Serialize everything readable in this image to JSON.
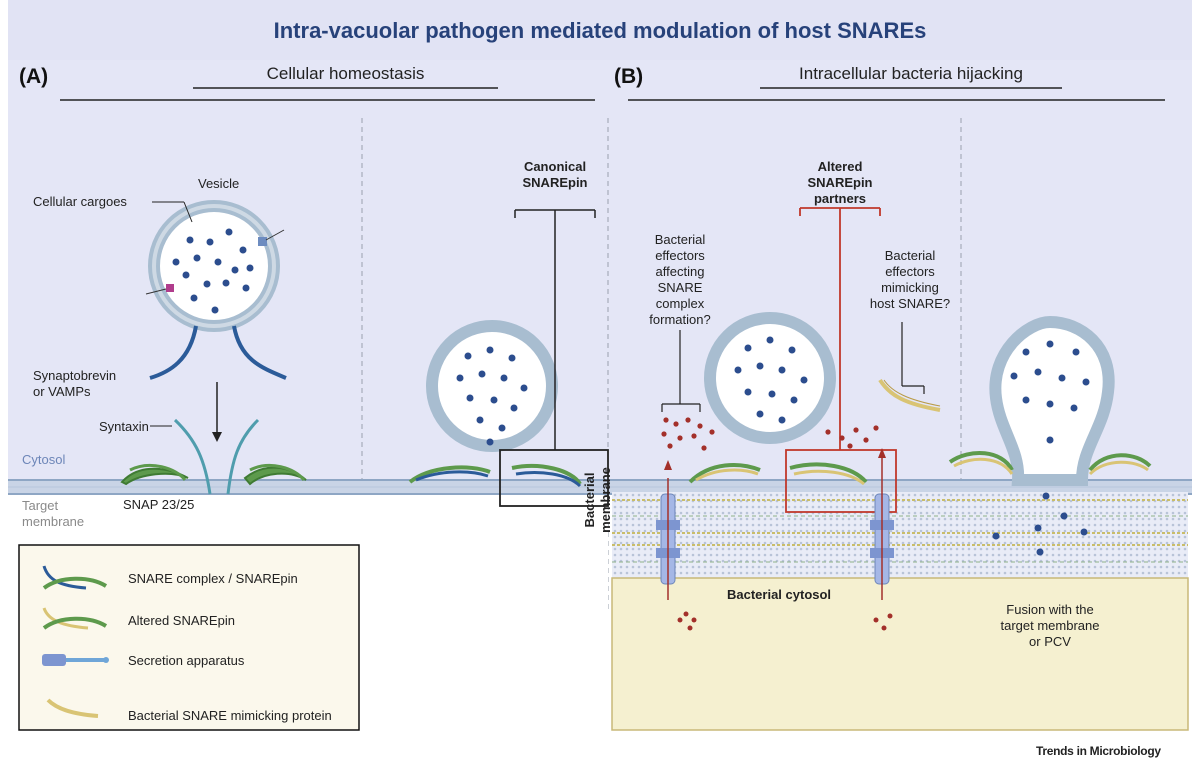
{
  "title": "Intra-vacuolar pathogen mediated modulation of host SNAREs",
  "panel_a": {
    "label": "(A)",
    "heading": "Cellular homeostasis",
    "vesicle": "Vesicle",
    "cellular_cargoes": "Cellular cargoes",
    "synaptobrevin": [
      "Synaptobrevin",
      "or VAMPs"
    ],
    "syntaxin": "Syntaxin",
    "snap": "SNAP 23/25",
    "canonical": [
      "Canonical",
      "SNAREpin"
    ]
  },
  "panel_b": {
    "label": "(B)",
    "heading": "Intracellular bacteria hijacking",
    "altered": [
      "Altered",
      "SNAREpin",
      "partners"
    ],
    "effectors_affecting": [
      "Bacterial",
      "effectors",
      "affecting",
      "SNARE",
      "complex",
      "formation?"
    ],
    "effectors_mimicking": [
      "Bacterial",
      "effectors",
      "mimicking",
      "host SNARE?"
    ],
    "bacterial_membrane": [
      "Bacterial",
      "membrane"
    ],
    "bacterial_cytosol": "Bacterial cytosol",
    "fusion": [
      "Fusion with the",
      "target membrane",
      "or PCV"
    ]
  },
  "side_labels": {
    "cytosol": "Cytosol",
    "target_membrane": [
      "Target",
      "membrane"
    ]
  },
  "legend": [
    {
      "icon": "snare-complex-icon",
      "label": "SNARE complex / SNAREpin"
    },
    {
      "icon": "altered-snarepin-icon",
      "label": "Altered SNAREpin"
    },
    {
      "icon": "secretion-apparatus-icon",
      "label": "Secretion apparatus"
    },
    {
      "icon": "mimicking-protein-icon",
      "label": "Bacterial SNARE mimicking protein"
    }
  ],
  "footer": "Trends in Microbiology",
  "colors": {
    "background": "#e4e6f6",
    "title": "#27427a",
    "legend_bg": "#fbf8ec",
    "bacteria_bg": "#f5f0d0",
    "bacteria_border": "#c8b878",
    "vesicle_membrane": "#a8bdd0",
    "cargo": "#2c4d8e",
    "red": "#c0392b",
    "effector": "#a3302a",
    "green_snare": "#5d9a4c",
    "blue_snare": "#2b5b99",
    "teal_snare": "#4f9dad",
    "yellow_snare": "#d9c474"
  }
}
